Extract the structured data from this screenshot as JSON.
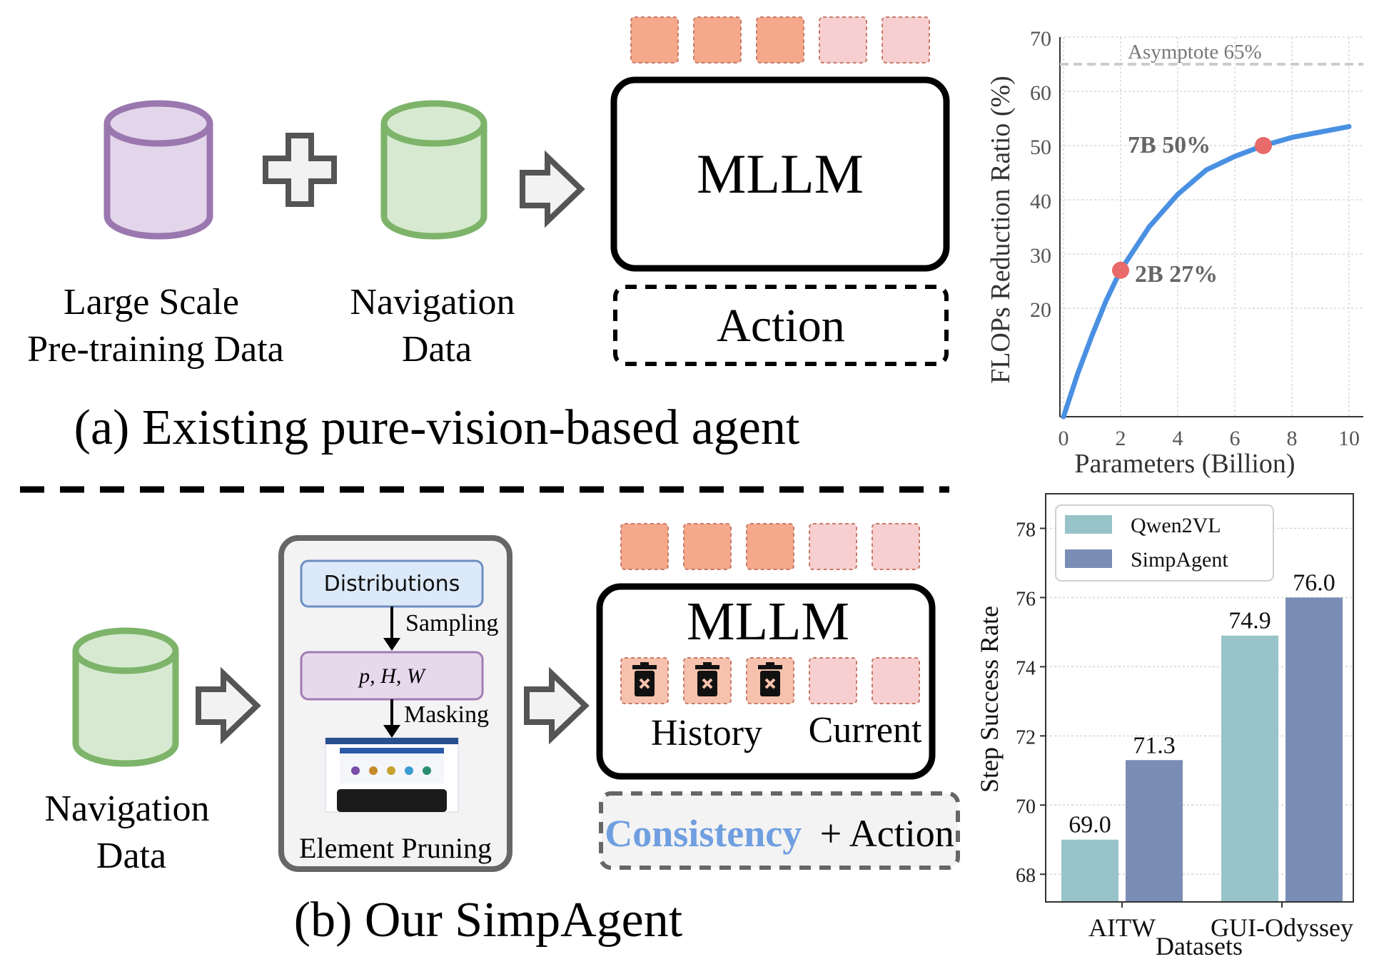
{
  "panel_a": {
    "data1_line1": "Large Scale",
    "data1_line2": "Pre-training Data",
    "data2_line1": "Navigation",
    "data2_line2": "Data",
    "model": "MLLM",
    "output": "Action",
    "caption": "(a) Existing pure-vision-based agent"
  },
  "panel_b": {
    "data_line1": "Navigation",
    "data_line2": "Data",
    "distributions": "Distributions",
    "sampling": "Sampling",
    "params": "p, H, W",
    "masking": "Masking",
    "pruning_label": "Element Pruning",
    "model": "MLLM",
    "history": "History",
    "current": "Current",
    "consistency": "Consistency",
    "plus_action": "+ Action",
    "caption": "(b) Our SimpAgent"
  },
  "colors": {
    "purple_db": "#9b77b0",
    "purple_fill": "#e4d6ea",
    "green_db": "#7db46a",
    "green_fill": "#d7ead1",
    "token_dark": "#f5a88a",
    "token_light": "#f7cfd0",
    "curve": "#4a90e2",
    "marker": "#e86a6a",
    "qwen": "#98c3c8",
    "simp": "#7a8db5",
    "consistency": "#6f9fe0"
  },
  "chart_data": [
    {
      "type": "line",
      "xlabel": "Parameters (Billion)",
      "ylabel": "FLOPs Reduction Ratio (%)",
      "xlim": [
        0,
        10
      ],
      "ylim": [
        0,
        70
      ],
      "xticks": [
        "0",
        "2",
        "4",
        "6",
        "8",
        "10"
      ],
      "yticks": [
        "20",
        "30",
        "40",
        "50",
        "60",
        "70"
      ],
      "grid": true,
      "asymptote": {
        "value": 65,
        "label": "Asymptote 65%"
      },
      "curve": {
        "x": [
          0,
          0.5,
          1,
          1.5,
          2,
          3,
          4,
          5,
          6,
          7,
          8,
          9,
          10
        ],
        "y": [
          0,
          8,
          15,
          21.5,
          27,
          35,
          41,
          45.5,
          48,
          50,
          51.5,
          52.5,
          53.5
        ]
      },
      "points": [
        {
          "x": 2,
          "y": 27,
          "label": "2B 27%"
        },
        {
          "x": 7,
          "y": 50,
          "label": "7B 50%"
        }
      ]
    },
    {
      "type": "bar",
      "xlabel": "Datasets",
      "ylabel": "Step Success Rate",
      "ylim": [
        67.2,
        79
      ],
      "yticks": [
        "68",
        "70",
        "72",
        "74",
        "76",
        "78"
      ],
      "grid": true,
      "legend_position": "top-left",
      "categories": [
        "AITW",
        "GUI-Odyssey"
      ],
      "series": [
        {
          "name": "Qwen2VL",
          "values": [
            69.0,
            74.9
          ],
          "labels": [
            "69.0",
            "74.9"
          ]
        },
        {
          "name": "SimpAgent",
          "values": [
            71.3,
            76.0
          ],
          "labels": [
            "71.3",
            "76.0"
          ]
        }
      ]
    }
  ]
}
